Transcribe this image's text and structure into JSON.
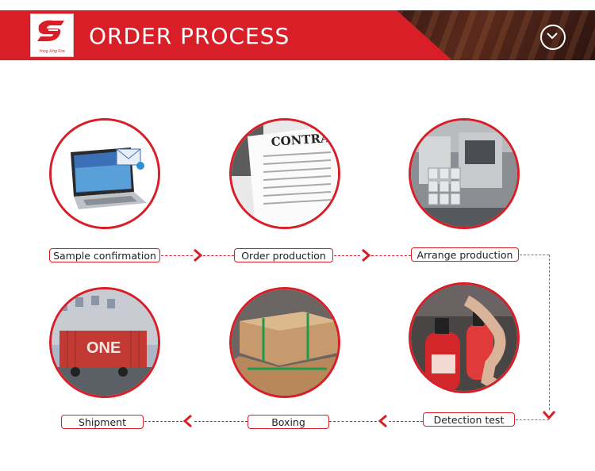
{
  "header": {
    "title": "ORDER PROCESS",
    "logo_text": "Yong Xing Fire",
    "menu_icon": "chevron-down-icon"
  },
  "steps": [
    {
      "label": "Sample confirmation",
      "image": "laptop-email-icon"
    },
    {
      "label": "Order production",
      "image": "contract-document-icon"
    },
    {
      "label": "Arrange production",
      "image": "factory-machines-icon"
    },
    {
      "label": "Detection test",
      "image": "fire-extinguisher-icon"
    },
    {
      "label": "Boxing",
      "image": "cardboard-boxes-icon"
    },
    {
      "label": "Shipment",
      "image": "shipping-truck-icon"
    }
  ],
  "colors": {
    "accent": "#d81e27",
    "background": "#ffffff"
  }
}
